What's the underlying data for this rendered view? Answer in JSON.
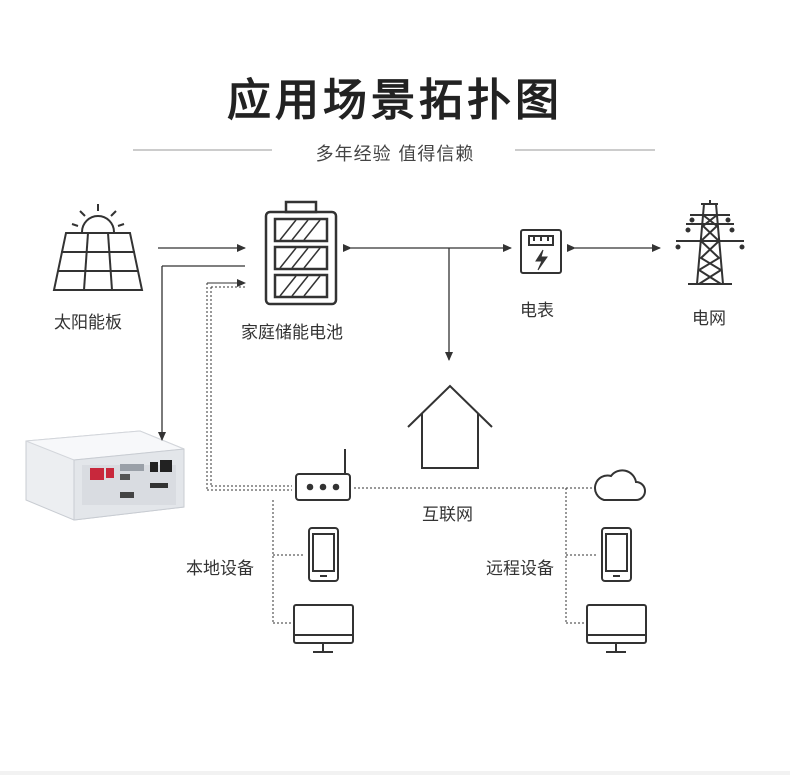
{
  "header": {
    "title": "应用场景拓扑图",
    "subtitle": "多年经验 值得信赖"
  },
  "nodes": {
    "solar_panel": "太阳能板",
    "home_battery": "家庭储能电池",
    "meter": "电表",
    "grid": "电网",
    "internet": "互联网",
    "local_devices": "本地设备",
    "remote_devices": "远程设备"
  },
  "icons": {
    "solar": "solar-panel-icon",
    "battery": "battery-icon",
    "meter": "electric-meter-icon",
    "grid": "power-tower-icon",
    "house": "house-icon",
    "router": "router-icon",
    "cloud": "cloud-icon",
    "phone": "phone-icon",
    "monitor": "monitor-icon"
  },
  "colors": {
    "line": "#333333",
    "title": "#222222",
    "battery_red_terminal": "#c8283c"
  }
}
